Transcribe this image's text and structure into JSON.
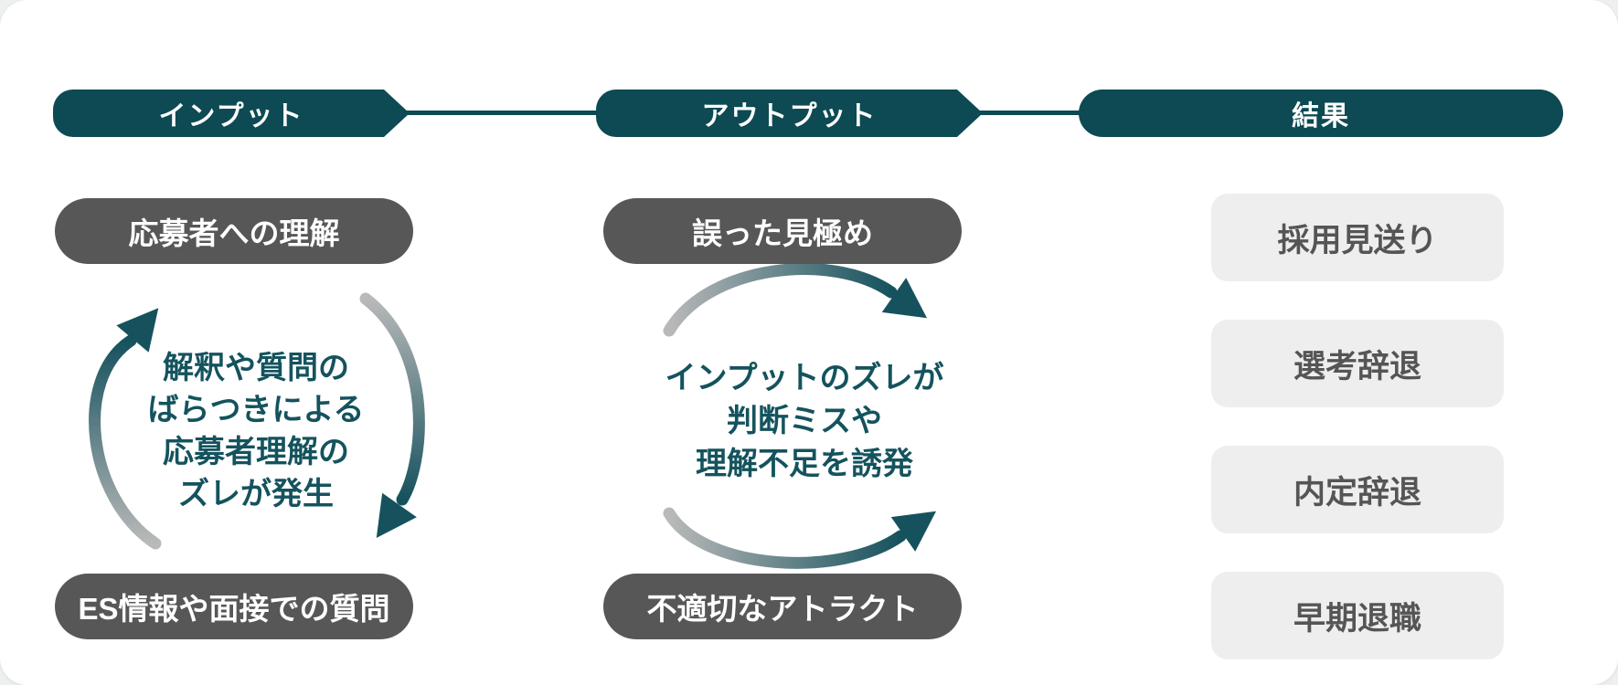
{
  "colors": {
    "teal": "#0d4a53",
    "teal_text": "#14535e",
    "arc_teal": "#16525e",
    "arc_gray": "#b9b9b9",
    "gray_pill": "#575757",
    "result_box_bg": "#eeeeee",
    "result_box_text": "#555555",
    "canvas_bg": "#ffffff"
  },
  "headers": [
    {
      "label": "インプット"
    },
    {
      "label": "アウトプット"
    },
    {
      "label": "結果"
    }
  ],
  "input_column": {
    "top_pill": "応募者への理解",
    "cycle_lines": [
      "解釈や質問の",
      "ばらつきによる",
      "応募者理解の",
      "ズレが発生"
    ],
    "bottom_pill": "ES情報や面接での質問"
  },
  "output_column": {
    "top_pill": "誤った見極め",
    "cycle_lines": [
      "インプットのズレが",
      "判断ミスや",
      "理解不足を誘発"
    ],
    "bottom_pill": "不適切なアトラクト"
  },
  "result_column": {
    "items": [
      {
        "label": "採用見送り"
      },
      {
        "label": "選考辞退"
      },
      {
        "label": "内定辞退"
      },
      {
        "label": "早期退職"
      }
    ]
  }
}
